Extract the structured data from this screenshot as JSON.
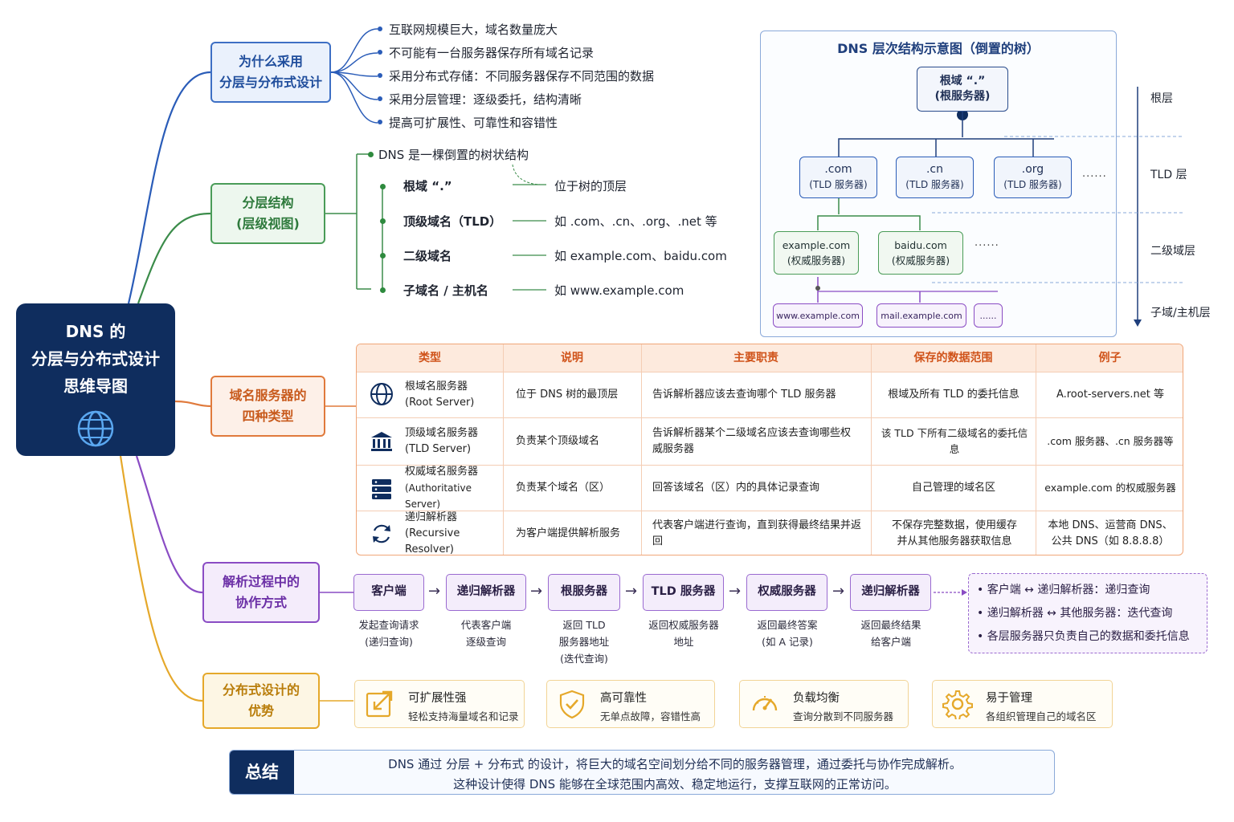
{
  "center": {
    "line1": "DNS 的",
    "line2": "分层与分布式设计",
    "line3": "思维导图"
  },
  "branches": {
    "why": [
      "为什么采用",
      "分层与分布式设计"
    ],
    "layered": [
      "分层结构",
      "(层级视图)"
    ],
    "servers": [
      "域名服务器的",
      "四种类型"
    ],
    "process": [
      "解析过程中的",
      "协作方式"
    ],
    "advantages": [
      "分布式设计的",
      "优势"
    ]
  },
  "why_items": [
    "互联网规模巨大，域名数量庞大",
    "不可能有一台服务器保存所有域名记录",
    "采用分布式存储：不同服务器保存不同范围的数据",
    "采用分层管理：逐级委托，结构清晰",
    "提高可扩展性、可靠性和容错性"
  ],
  "layered": {
    "intro": "DNS 是一棵倒置的树状结构",
    "levels": [
      {
        "name": "根域 “.”",
        "desc": "位于树的顶层"
      },
      {
        "name": "顶级域名（TLD）",
        "desc": "如 .com、.cn、.org、.net 等"
      },
      {
        "name": "二级域名",
        "desc": "如 example.com、baidu.com"
      },
      {
        "name": "子域名 / 主机名",
        "desc": "如 www.example.com"
      }
    ]
  },
  "dns_tree": {
    "title": "DNS 层次结构示意图（倒置的树）",
    "root": [
      "根域 “.”",
      "(根服务器)"
    ],
    "tlds": [
      {
        "name": ".com",
        "sub": "(TLD 服务器)"
      },
      {
        "name": ".cn",
        "sub": "(TLD 服务器)"
      },
      {
        "name": ".org",
        "sub": "(TLD 服务器)"
      }
    ],
    "slds": [
      {
        "name": "example.com",
        "sub": "(权威服务器)"
      },
      {
        "name": "baidu.com",
        "sub": "(权威服务器)"
      }
    ],
    "hosts": [
      "www.example.com",
      "mail.example.com",
      "......"
    ],
    "ellipsis": "......",
    "layers": [
      "根层",
      "TLD 层",
      "二级域层",
      "子域/主机层"
    ]
  },
  "table": {
    "headers": [
      "类型",
      "说明",
      "主要职责",
      "保存的数据范围",
      "例子"
    ],
    "rows": [
      {
        "icon": "globe-icon",
        "name": "根域名服务器",
        "en": "(Root Server)",
        "desc": "位于 DNS 树的最顶层",
        "duty": "告诉解析器应该去查询哪个 TLD 服务器",
        "scope": "根域及所有 TLD 的委托信息",
        "example": "A.root-servers.net 等"
      },
      {
        "icon": "bank-icon",
        "name": "顶级域名服务器",
        "en": "(TLD Server)",
        "desc": "负责某个顶级域名",
        "duty": "告诉解析器某个二级域名应该去查询哪些权威服务器",
        "scope": "该 TLD 下所有二级域名的委托信息",
        "example": ".com 服务器、.cn 服务器等"
      },
      {
        "icon": "server-icon",
        "name": "权威域名服务器",
        "en": "(Authoritative Server)",
        "desc": "负责某个域名（区）",
        "duty": "回答该域名（区）内的具体记录查询",
        "scope": "自己管理的域名区",
        "example": "example.com 的权威服务器"
      },
      {
        "icon": "refresh-icon",
        "name": "递归解析器",
        "en": "(Recursive Resolver)",
        "desc": "为客户端提供解析服务",
        "duty": "代表客户端进行查询，直到获得最终结果并返回",
        "scope": "不保存完整数据，使用缓存并从其他服务器获取信息",
        "example": "本地 DNS、运营商 DNS、公共 DNS（如 8.8.8.8）"
      }
    ]
  },
  "process": {
    "steps": [
      {
        "label": "客户端",
        "desc": [
          "发起查询请求",
          "(递归查询)"
        ]
      },
      {
        "label": "递归解析器",
        "desc": [
          "代表客户端",
          "逐级查询"
        ]
      },
      {
        "label": "根服务器",
        "desc": [
          "返回 TLD",
          "服务器地址",
          "(迭代查询)"
        ]
      },
      {
        "label": "TLD 服务器",
        "desc": [
          "返回权威服务器",
          "地址"
        ]
      },
      {
        "label": "权威服务器",
        "desc": [
          "返回最终答案",
          "(如 A 记录)"
        ]
      },
      {
        "label": "递归解析器",
        "desc": [
          "返回最终结果",
          "给客户端"
        ]
      }
    ],
    "arrow": "→",
    "notes": [
      "• 客户端 ↔ 递归解析器：递归查询",
      "• 递归解析器 ↔ 其他服务器：迭代查询",
      "• 各层服务器只负责自己的数据和委托信息"
    ]
  },
  "advantages": [
    {
      "icon": "expand-icon",
      "title": "可扩展性强",
      "desc": "轻松支持海量域名和记录"
    },
    {
      "icon": "shield-icon",
      "title": "高可靠性",
      "desc": "无单点故障，容错性高"
    },
    {
      "icon": "gauge-icon",
      "title": "负载均衡",
      "desc": "查询分散到不同服务器"
    },
    {
      "icon": "gear-icon",
      "title": "易于管理",
      "desc": "各组织管理自己的域名区"
    }
  ],
  "summary": {
    "label": "总结",
    "line1": "DNS 通过 分层 + 分布式 的设计，将巨大的域名空间划分给不同的服务器管理，通过委托与协作完成解析。",
    "line2": "这种设计使得 DNS 能够在全球范围内高效、稳定地运行，支撑互联网的正常访问。"
  },
  "colors": {
    "center": "#0f2d5e",
    "blue": "#3d6fc4",
    "green": "#4a9c58",
    "orange": "#e07a3c",
    "purple": "#8a4cc4",
    "yellow": "#e5a82a"
  }
}
